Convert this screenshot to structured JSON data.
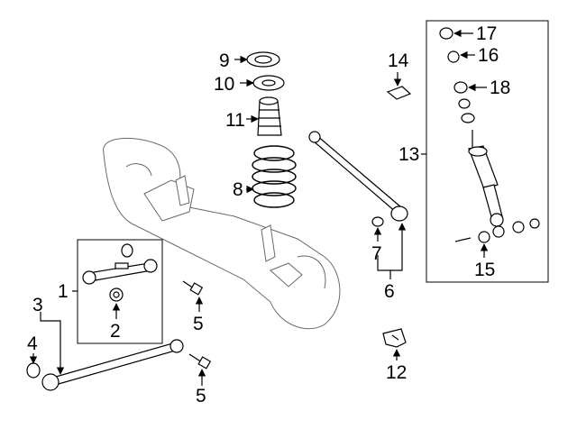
{
  "callouts": {
    "c1": "1",
    "c2": "2",
    "c3": "3",
    "c4": "4",
    "c5a": "5",
    "c5b": "5",
    "c6": "6",
    "c7": "7",
    "c8": "8",
    "c9": "9",
    "c10": "10",
    "c11": "11",
    "c12": "12",
    "c13": "13",
    "c14": "14",
    "c15": "15",
    "c16": "16",
    "c17": "17",
    "c18": "18"
  },
  "colors": {
    "line": "#000000",
    "background": "#ffffff",
    "part_fill": "#ffffff"
  }
}
